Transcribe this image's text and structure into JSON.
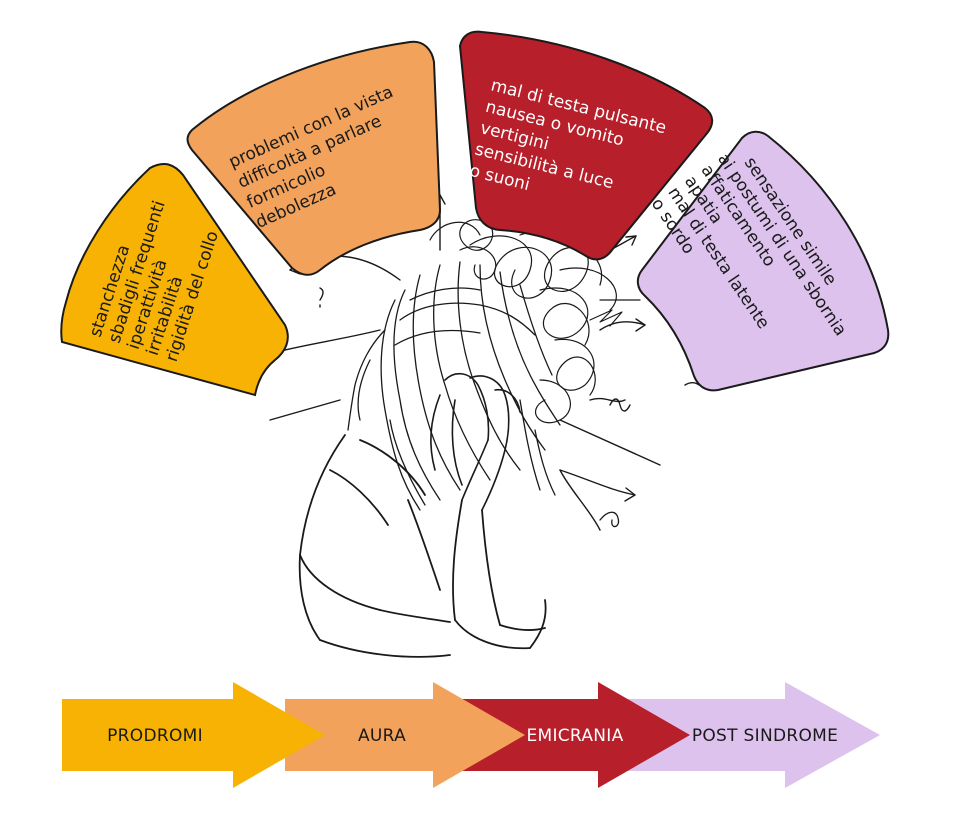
{
  "colors": {
    "prodromi": "#f7b203",
    "aura": "#f2a25a",
    "emicrania": "#b71f2a",
    "post_sindrome": "#dcc2ec",
    "outline": "#1a1a1a"
  },
  "panels": {
    "prodromi": {
      "lines": [
        "stanchezza",
        "sbadigli frequenti",
        "iperattività",
        "irritabilità",
        "rigidità del collo"
      ]
    },
    "aura": {
      "lines": [
        "problemi con la vista",
        "difficoltà a parlare",
        "formicolio",
        "debolezza"
      ]
    },
    "emicrania": {
      "lines": [
        "mal di testa pulsante",
        "nausea o vomito",
        "vertigini",
        "sensibilità a luce",
        "o suoni"
      ]
    },
    "post_sindrome": {
      "lines": [
        "sensazione simile",
        "ai postumi di una sbornia",
        "affaticamento",
        "apatia",
        "mal di testa latente",
        "o sordo"
      ]
    }
  },
  "phases": [
    {
      "label": "PRODROMI",
      "color_key": "prodromi"
    },
    {
      "label": "AURA",
      "color_key": "aura"
    },
    {
      "label": "EMICRANIA",
      "color_key": "emicrania"
    },
    {
      "label": "POST SINDROME",
      "color_key": "post_sindrome"
    }
  ],
  "illustration": {
    "icon": "woman-headache-illustration"
  }
}
